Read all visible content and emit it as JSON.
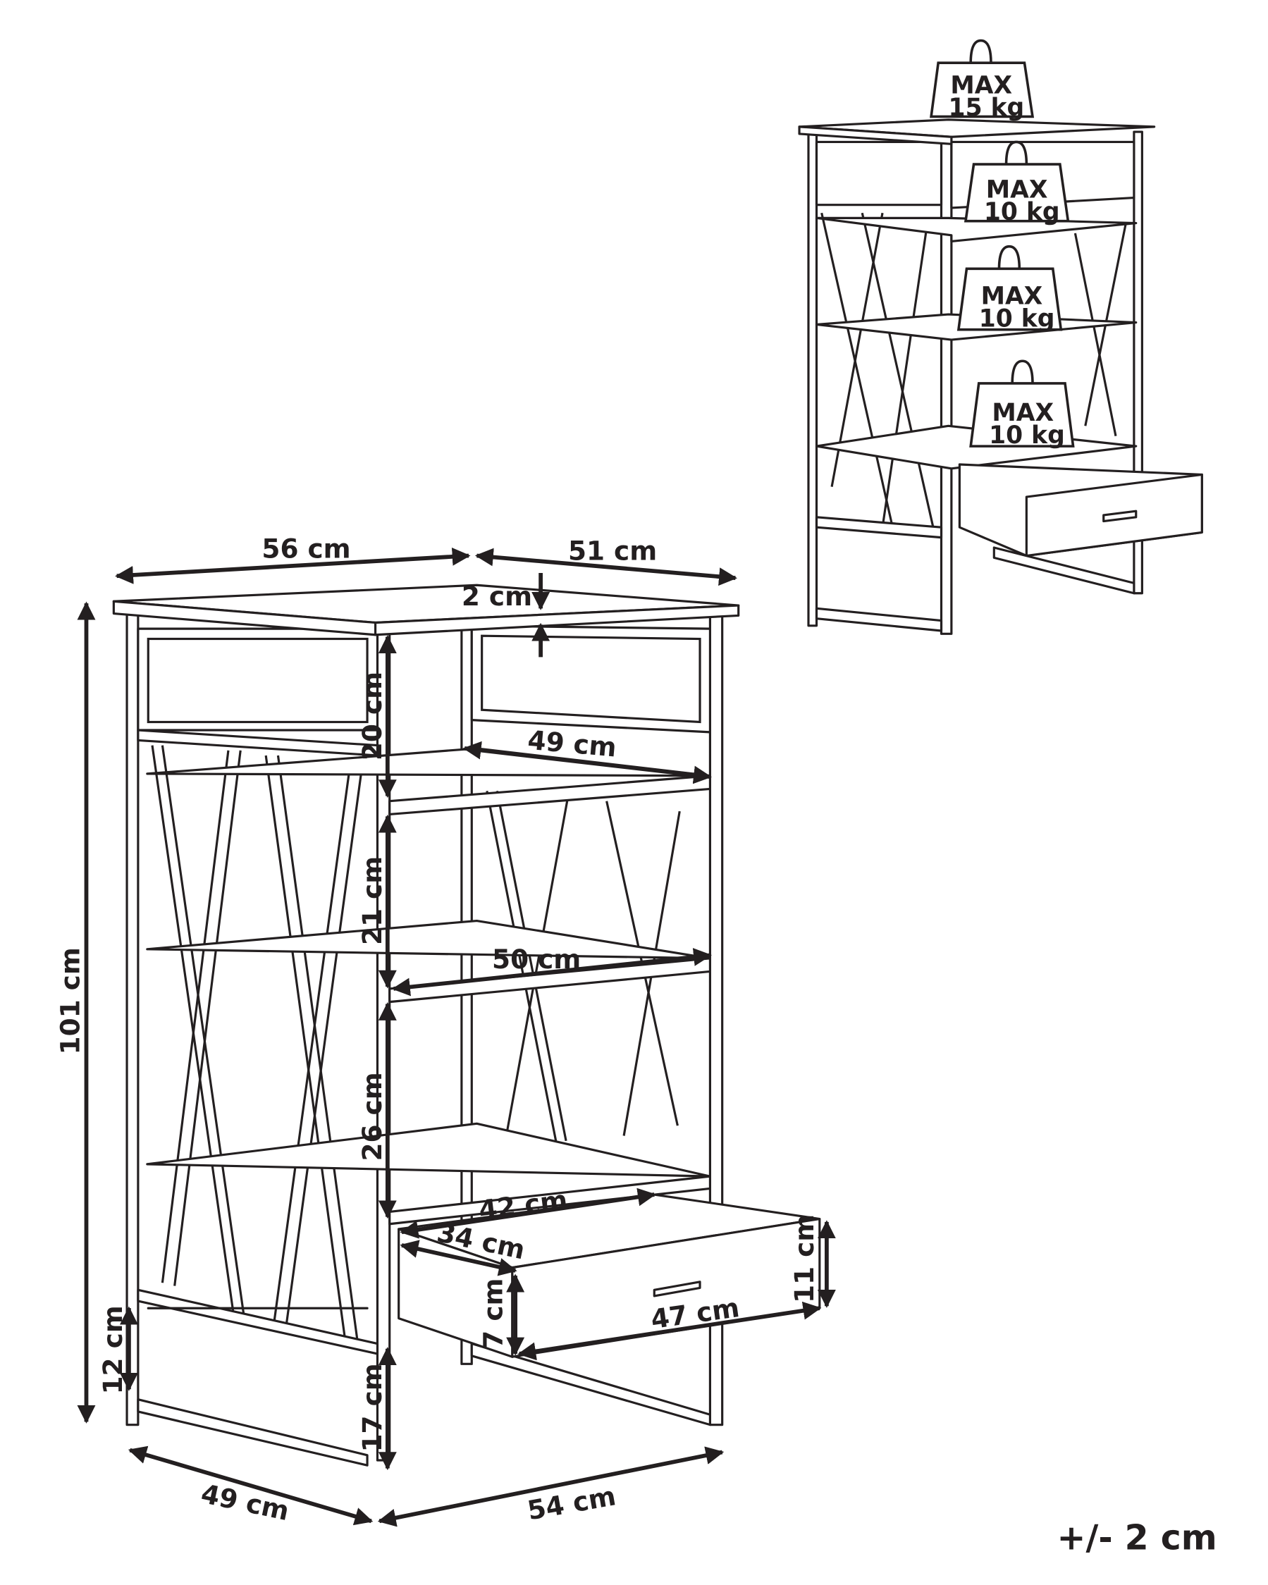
{
  "dimensions": {
    "top_width": "56 cm",
    "top_depth": "51 cm",
    "top_thickness": "2 cm",
    "top_compartment_height": "20 cm",
    "shelf1_depth": "49 cm",
    "middle_compartment_height": "21 cm",
    "shelf2_depth": "50 cm",
    "lower_compartment_height": "26 cm",
    "drawer_depth": "42 cm",
    "drawer_inner_width": "34 cm",
    "drawer_front_height_inner": "7 cm",
    "drawer_front_width": "47 cm",
    "drawer_front_height": "11 cm",
    "bottom_rail_height": "12 cm",
    "leg_clearance": "17 cm",
    "total_height": "101 cm",
    "base_depth": "49 cm",
    "base_width": "54 cm"
  },
  "tolerance": "+/- 2 cm",
  "load_limits": [
    {
      "max": "MAX",
      "weight": "15 kg"
    },
    {
      "max": "MAX",
      "weight": "10 kg"
    },
    {
      "max": "MAX",
      "weight": "10 kg"
    },
    {
      "max": "MAX",
      "weight": "10 kg"
    }
  ],
  "colors": {
    "line": "#231f20",
    "background": "#ffffff"
  }
}
